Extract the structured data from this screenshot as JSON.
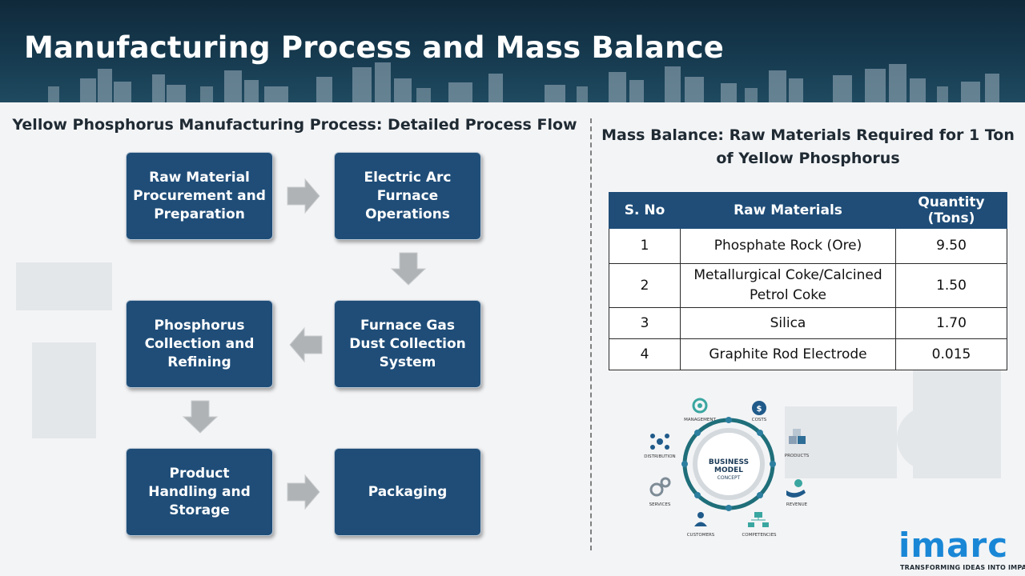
{
  "header": {
    "title": "Manufacturing Process and Mass Balance"
  },
  "process_flow": {
    "title": "Yellow Phosphorus Manufacturing Process: Detailed Process Flow",
    "steps": [
      "Raw Material Procurement and Preparation",
      "Electric Arc Furnace Operations",
      "Furnace Gas Dust Collection System",
      "Phosphorus Collection and Refining",
      "Product Handling and Storage",
      "Packaging"
    ]
  },
  "mass_balance": {
    "title": "Mass Balance: Raw Materials Required for 1 Ton of Yellow Phosphorus",
    "columns": [
      "S. No",
      "Raw Materials",
      "Quantity (Tons)"
    ],
    "rows": [
      [
        "1",
        "Phosphate Rock (Ore)",
        "9.50"
      ],
      [
        "2",
        "Metallurgical Coke/Calcined Petrol Coke",
        "1.50"
      ],
      [
        "3",
        "Silica",
        "1.70"
      ],
      [
        "4",
        "Graphite Rod Electrode",
        "0.015"
      ]
    ]
  },
  "business_model": {
    "center": [
      "BUSINESS",
      "MODEL",
      "CONCEPT"
    ],
    "labels": {
      "management": "MANAGEMENT",
      "costs": "COSTS",
      "products": "PRODUCTS",
      "revenue": "REVENUE",
      "competencies": "COMPETENCIES",
      "customers": "CUSTOMERS",
      "services": "SERVICES",
      "distribution": "DISTRIBUTION"
    },
    "icons": [
      "gear-cycle-icon",
      "money-bag-icon",
      "boxes-icon",
      "hand-coin-icon",
      "flowchart-icon",
      "people-icon",
      "gears-icon",
      "network-icon"
    ]
  },
  "logo": {
    "name": "imarc",
    "tagline": "TRANSFORMING IDEAS INTO IMPACT"
  },
  "colors": {
    "box": "#1f4d78",
    "arrow": "#b0b3b6",
    "accent": "#1a87d6",
    "header": "#163a4f"
  }
}
